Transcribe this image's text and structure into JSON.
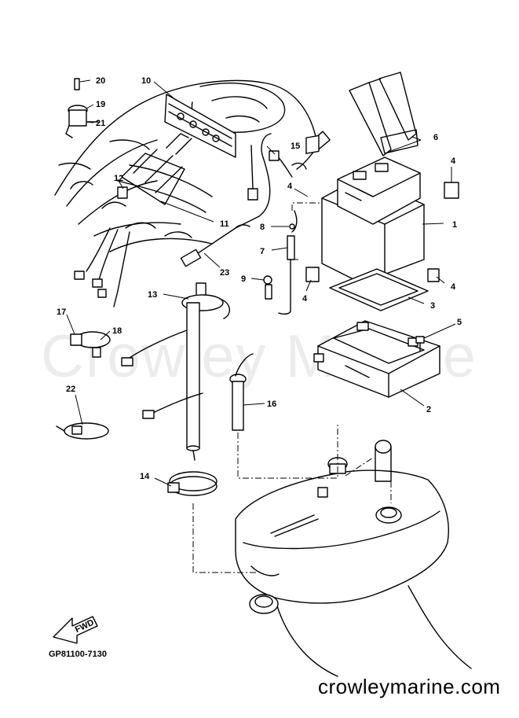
{
  "diagram": {
    "callouts": [
      "1",
      "2",
      "3",
      "4",
      "4",
      "4",
      "4",
      "5",
      "6",
      "7",
      "8",
      "9",
      "10",
      "11",
      "12",
      "13",
      "14",
      "15",
      "16",
      "17",
      "18",
      "19",
      "20",
      "21",
      "22",
      "23"
    ],
    "arrow_label": "FWD",
    "part_code": "GP81100-7130"
  },
  "watermark": "Crowley Marine",
  "site_url": "crowleymarine.com"
}
